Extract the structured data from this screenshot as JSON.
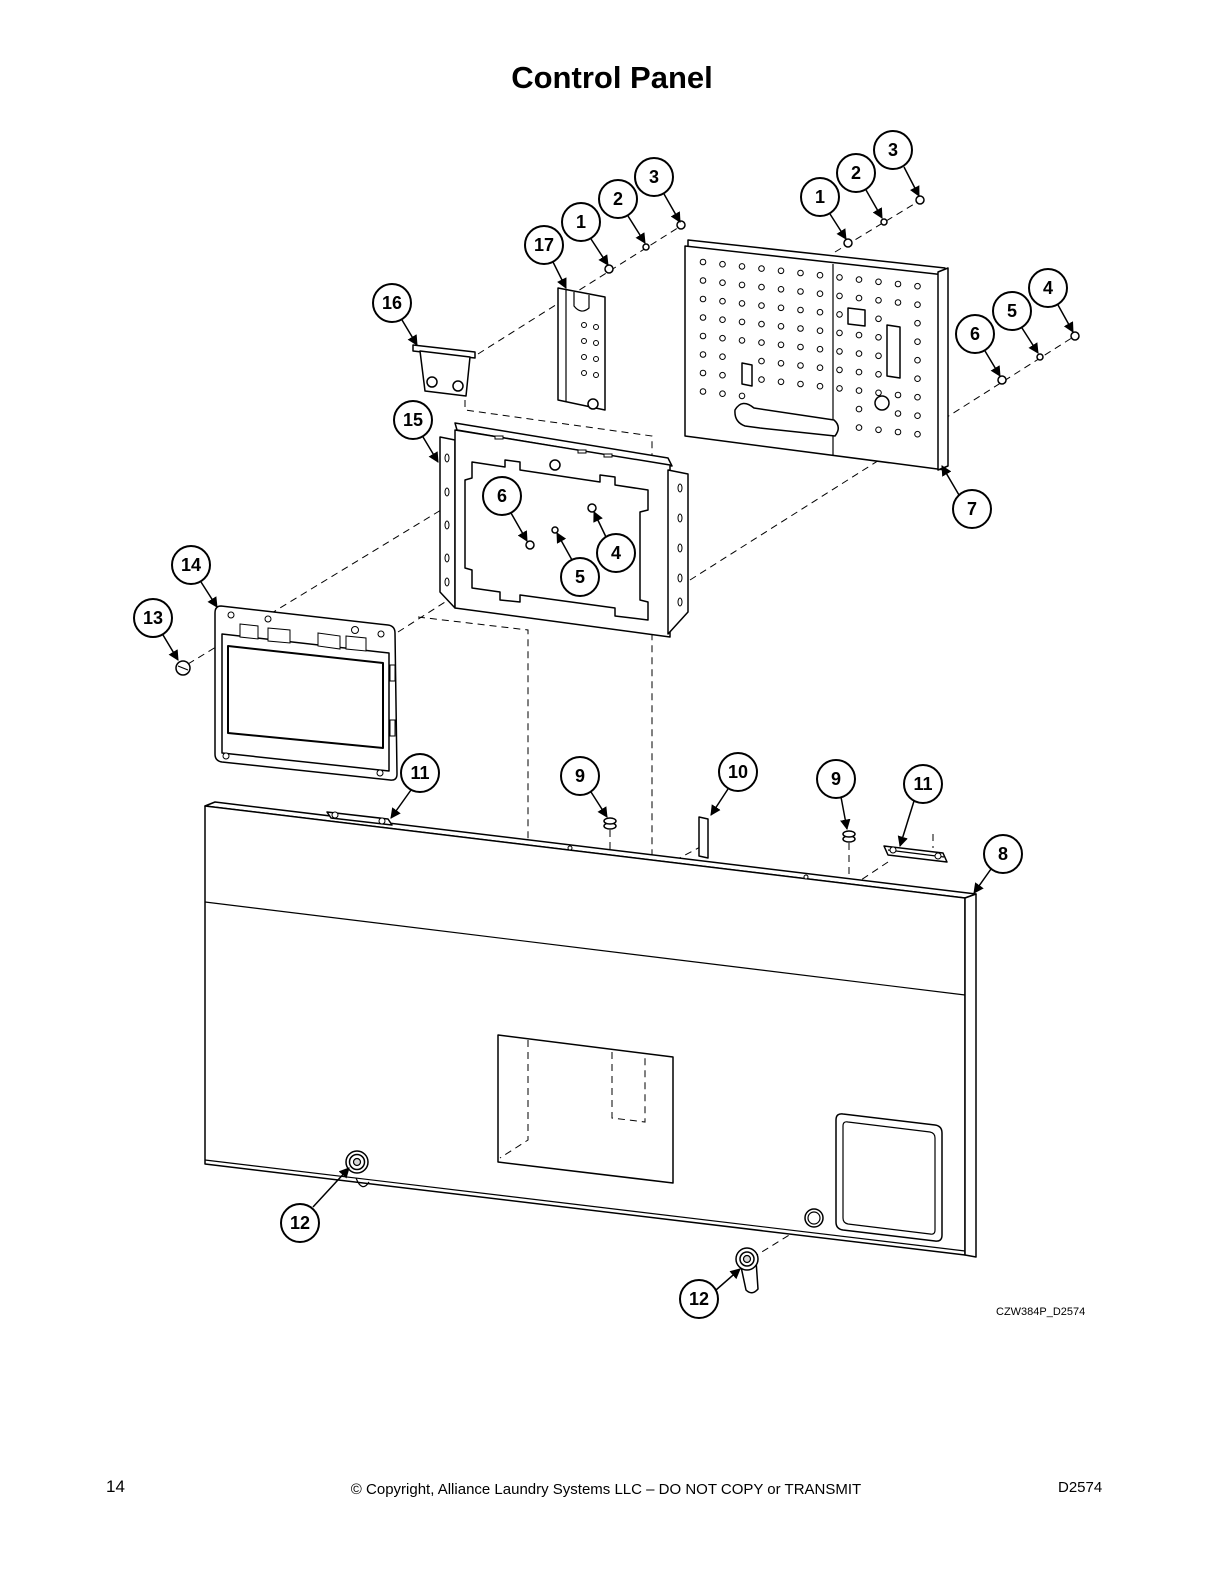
{
  "title": "Control Panel",
  "drawing_id": "CZW384P_D2574",
  "footer": {
    "page_number": "14",
    "copyright": "© Copyright, Alliance Laundry Systems LLC – DO NOT COPY or TRANSMIT",
    "doc_number": "D2574"
  },
  "callouts": [
    "3",
    "2",
    "1",
    "17",
    "16",
    "3",
    "2",
    "1",
    "4",
    "5",
    "6",
    "7",
    "15",
    "6",
    "4",
    "5",
    "14",
    "13",
    "11",
    "9",
    "10",
    "9",
    "11",
    "8",
    "12",
    "12"
  ]
}
